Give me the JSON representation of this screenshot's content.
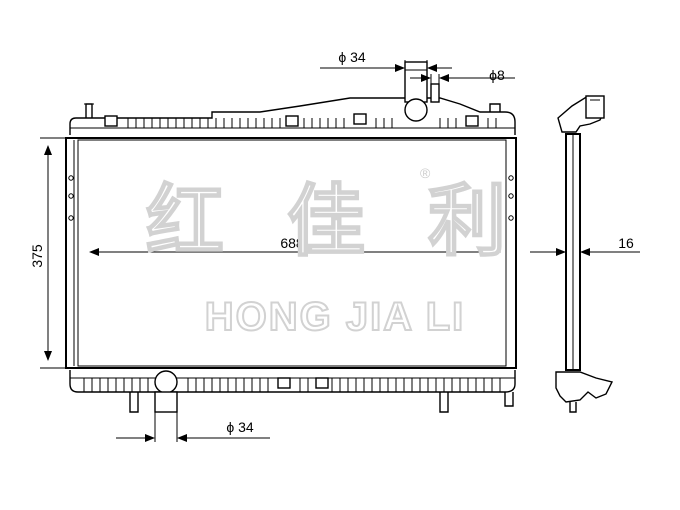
{
  "dimensions": {
    "top_inlet_label": "ϕ  34",
    "sensor_port_label": "ϕ8",
    "height_label": "375",
    "width_label": "688",
    "thickness_label": "16",
    "bottom_outlet_label": "ϕ  34"
  },
  "watermark": {
    "chinese": "红 佳 利",
    "latin": "HONG JIA LI",
    "registered_mark": "®"
  }
}
